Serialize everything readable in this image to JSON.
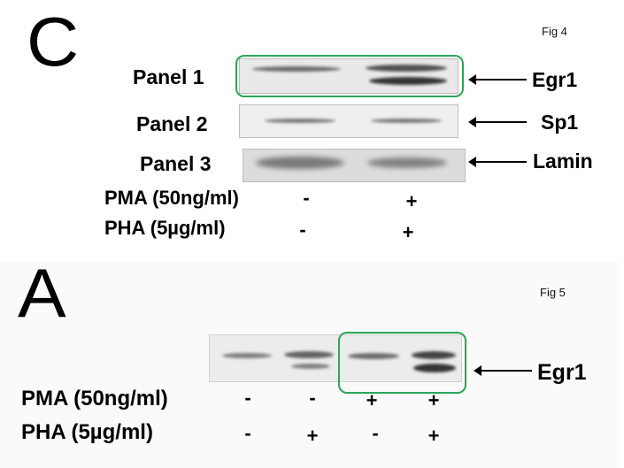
{
  "fig4": {
    "letter": "C",
    "figure_label": "Fig 4",
    "panels": [
      {
        "label": "Panel 1",
        "protein": "Egr1"
      },
      {
        "label": "Panel 2",
        "protein": "Sp1"
      },
      {
        "label": "Panel 3",
        "protein": "Lamin"
      }
    ],
    "treatments": [
      {
        "label": "PMA (50ng/ml)",
        "signs": [
          "-",
          "+"
        ]
      },
      {
        "label": "PHA (5µg/ml)",
        "signs": [
          "-",
          "+"
        ]
      }
    ]
  },
  "fig5": {
    "letter": "A",
    "figure_label": "Fig 5",
    "protein": "Egr1",
    "treatments": [
      {
        "label": "PMA (50ng/ml)",
        "signs": [
          "-",
          "-",
          "+",
          "+"
        ]
      },
      {
        "label": "PHA (5µg/ml)",
        "signs": [
          "-",
          "+",
          "-",
          "+"
        ]
      }
    ]
  },
  "colors": {
    "highlight": "#2aa55a",
    "band": "#2b2b2b"
  }
}
